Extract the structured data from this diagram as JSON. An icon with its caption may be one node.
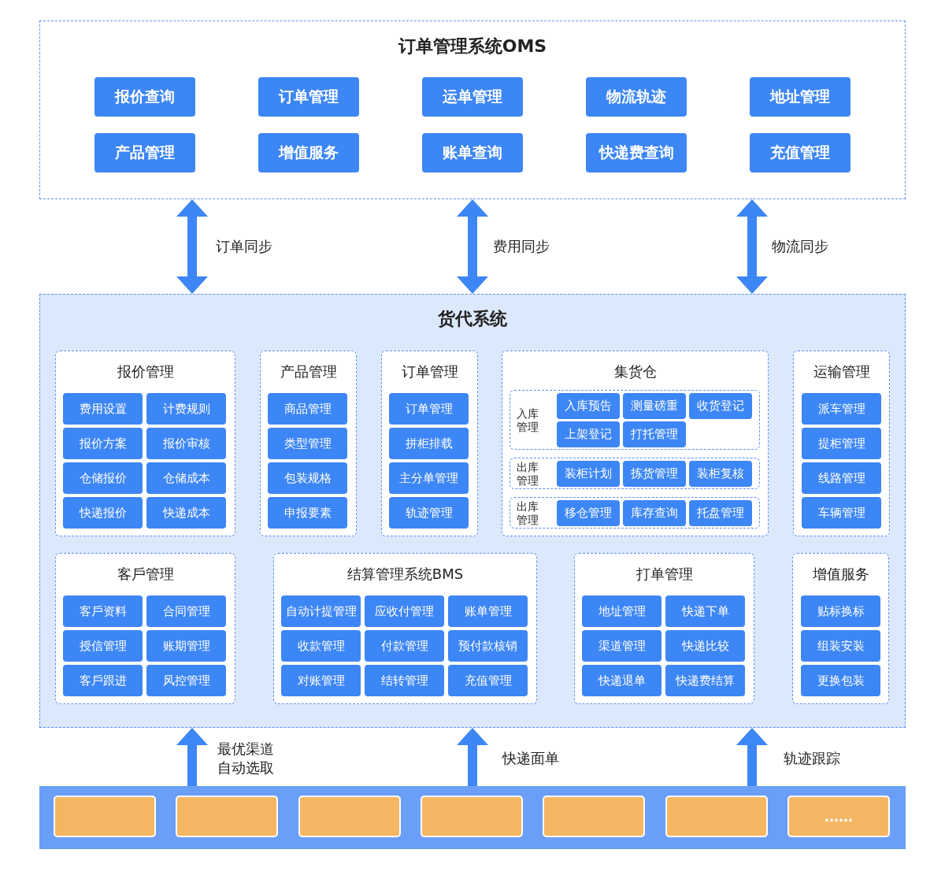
{
  "diagram": {
    "nodes": [
      {
        "text": [
          "订单管理系统OMS"
        ]
      },
      {
        "text": [
          "报价查询"
        ],
        "in": 0
      },
      {
        "text": [
          "订单管理"
        ],
        "in": 0
      },
      {
        "text": [
          "运单管理"
        ],
        "in": 0
      },
      {
        "text": [
          "物流轨迹"
        ],
        "in": 0
      },
      {
        "text": [
          "地址管理"
        ],
        "in": 0
      },
      {
        "text": [
          "产品管理"
        ],
        "in": 0
      },
      {
        "text": [
          "增值服务"
        ],
        "in": 0
      },
      {
        "text": [
          "账单查询"
        ],
        "in": 0
      },
      {
        "text": [
          "快递费查询"
        ],
        "in": 0
      },
      {
        "text": [
          "充值管理"
        ],
        "in": 0
      },
      {
        "text": [
          "货代系统"
        ]
      },
      {
        "text": [
          "报价管理"
        ],
        "in": 11
      },
      {
        "text": [
          "费用设置"
        ],
        "in": 12
      },
      {
        "text": [
          "计费规则"
        ],
        "in": 12
      },
      {
        "text": [
          "报价方案"
        ],
        "in": 12
      },
      {
        "text": [
          "报价审核"
        ],
        "in": 12
      },
      {
        "text": [
          "仓储报价"
        ],
        "in": 12
      },
      {
        "text": [
          "仓储成本"
        ],
        "in": 12
      },
      {
        "text": [
          "快递报价"
        ],
        "in": 12
      },
      {
        "text": [
          "快递成本"
        ],
        "in": 12
      },
      {
        "text": [
          "产品管理"
        ],
        "in": 11
      },
      {
        "text": [
          "商品管理"
        ],
        "in": 21
      },
      {
        "text": [
          "类型管理"
        ],
        "in": 21
      },
      {
        "text": [
          "包装规格"
        ],
        "in": 21
      },
      {
        "text": [
          "申报要素"
        ],
        "in": 21
      },
      {
        "text": [
          "订单管理"
        ],
        "in": 11
      },
      {
        "text": [
          "订单管理"
        ],
        "in": 26
      },
      {
        "text": [
          "拼柜排载"
        ],
        "in": 26
      },
      {
        "text": [
          "主分单管理"
        ],
        "in": 26
      },
      {
        "text": [
          "轨迹管理"
        ],
        "in": 26
      },
      {
        "text": [
          "集货仓"
        ],
        "in": 11
      },
      {
        "text": [
          "入库管理"
        ],
        "in": 31
      },
      {
        "text": [
          "入库预告"
        ],
        "in": 32
      },
      {
        "text": [
          "测量磅重"
        ],
        "in": 32
      },
      {
        "text": [
          "收货登记"
        ],
        "in": 32
      },
      {
        "text": [
          "上架登记"
        ],
        "in": 32
      },
      {
        "text": [
          "打托管理"
        ],
        "in": 32
      },
      {
        "text": [
          "出库管理"
        ],
        "in": 31
      },
      {
        "text": [
          "装柜计划"
        ],
        "in": 38
      },
      {
        "text": [
          "拣货管理"
        ],
        "in": 38
      },
      {
        "text": [
          "装柜复核"
        ],
        "in": 38
      },
      {
        "text": [
          "出库管理"
        ],
        "in": 31
      },
      {
        "text": [
          "移仓管理"
        ],
        "in": 42
      },
      {
        "text": [
          "库存查询"
        ],
        "in": 42
      },
      {
        "text": [
          "托盘管理"
        ],
        "in": 42
      },
      {
        "text": [
          "运输管理"
        ],
        "in": 11
      },
      {
        "text": [
          "派车管理"
        ],
        "in": 46
      },
      {
        "text": [
          "提柜管理"
        ],
        "in": 46
      },
      {
        "text": [
          "线路管理"
        ],
        "in": 46
      },
      {
        "text": [
          "车辆管理"
        ],
        "in": 46
      },
      {
        "text": [
          "客戶管理"
        ],
        "in": 11
      },
      {
        "text": [
          "客戶资料"
        ],
        "in": 51
      },
      {
        "text": [
          "合同管理"
        ],
        "in": 51
      },
      {
        "text": [
          "授信管理"
        ],
        "in": 51
      },
      {
        "text": [
          "账期管理"
        ],
        "in": 51
      },
      {
        "text": [
          "客戶跟进"
        ],
        "in": 51
      },
      {
        "text": [
          "风控管理"
        ],
        "in": 51
      },
      {
        "text": [
          "结算管理系统BMS"
        ],
        "in": 11
      },
      {
        "text": [
          "自动计提管理"
        ],
        "in": 58
      },
      {
        "text": [
          "应收付管理"
        ],
        "in": 58
      },
      {
        "text": [
          "账单管理"
        ],
        "in": 58
      },
      {
        "text": [
          "收款管理"
        ],
        "in": 58
      },
      {
        "text": [
          "付款管理"
        ],
        "in": 58
      },
      {
        "text": [
          "预付款核销"
        ],
        "in": 58
      },
      {
        "text": [
          "对账管理"
        ],
        "in": 58
      },
      {
        "text": [
          "结转管理"
        ],
        "in": 58
      },
      {
        "text": [
          "充值管理"
        ],
        "in": 58
      },
      {
        "text": [
          "打单管理"
        ],
        "in": 11
      },
      {
        "text": [
          "地址管理"
        ],
        "in": 68
      },
      {
        "text": [
          "快递下单"
        ],
        "in": 68
      },
      {
        "text": [
          "渠道管理"
        ],
        "in": 68
      },
      {
        "text": [
          "快递比较"
        ],
        "in": 68
      },
      {
        "text": [
          "快递退单"
        ],
        "in": 68
      },
      {
        "text": [
          "快递费结算"
        ],
        "in": 68
      },
      {
        "text": [
          "增值服务"
        ],
        "in": 11
      },
      {
        "text": [
          "贴标换标"
        ],
        "in": 75
      },
      {
        "text": [
          "组装安装"
        ],
        "in": 75
      },
      {
        "text": [
          "更换包装"
        ],
        "in": 75
      },
      {
        "text": [],
        "shape": "bar"
      },
      {
        "text": [],
        "shape": "box",
        "in": 79
      },
      {
        "text": [],
        "shape": "box",
        "in": 79
      },
      {
        "text": [],
        "shape": "box",
        "in": 79
      },
      {
        "text": [],
        "shape": "box",
        "in": 79
      },
      {
        "text": [],
        "shape": "box",
        "in": 79
      },
      {
        "text": [],
        "shape": "box",
        "in": 79
      },
      {
        "text": [
          "……"
        ],
        "in": 79
      }
    ],
    "edges": [
      {
        "from": 0,
        "to": 11,
        "arrow": "both",
        "label": "订单同步"
      },
      {
        "from": 0,
        "to": 11,
        "arrow": "both",
        "label": "费用同步"
      },
      {
        "from": 0,
        "to": 11,
        "arrow": "both",
        "label": "物流同步"
      },
      {
        "from": 79,
        "to": 11,
        "arrow": "to",
        "label": "最优渠道自动选取"
      },
      {
        "from": 79,
        "to": 11,
        "arrow": "to",
        "label": "快递面单"
      },
      {
        "from": 79,
        "to": 11,
        "arrow": "to",
        "label": "轨迹跟踪"
      }
    ]
  }
}
